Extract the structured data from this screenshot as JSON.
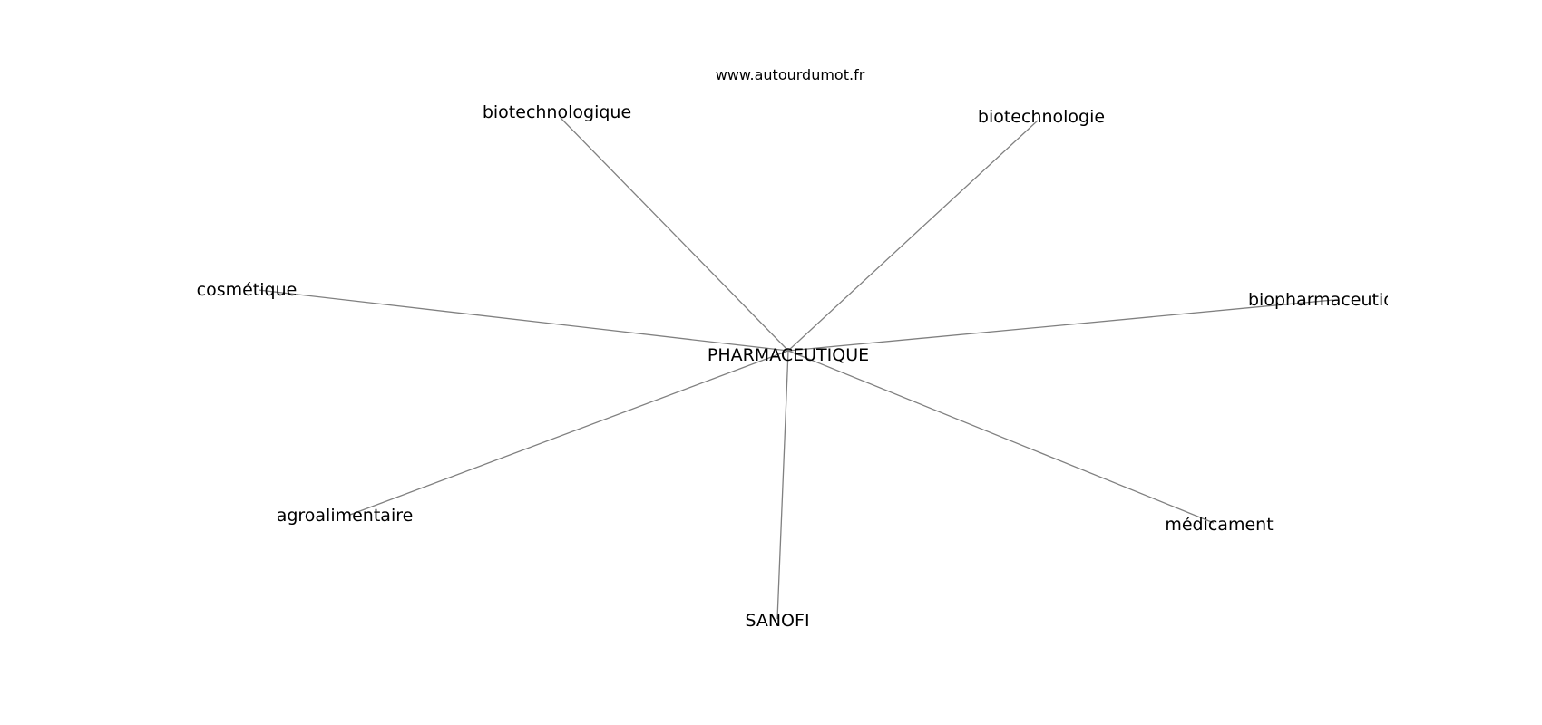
{
  "source": "www.autourdumot.fr",
  "center": {
    "label": "PHARMACEUTIQUE"
  },
  "nodes": [
    {
      "id": "biotechnologique",
      "label": "biotechnologique"
    },
    {
      "id": "biotechnologie",
      "label": "biotechnologie"
    },
    {
      "id": "cosmetique",
      "label": "cosmétique"
    },
    {
      "id": "biopharmaceutique",
      "label": "biopharmaceutique"
    },
    {
      "id": "agroalimentaire",
      "label": "agroalimentaire"
    },
    {
      "id": "medicament",
      "label": "médicament"
    },
    {
      "id": "sanofi",
      "label": "SANOFI"
    }
  ],
  "edges": [
    {
      "from": "PHARMACEUTIQUE",
      "to": "biotechnologique"
    },
    {
      "from": "PHARMACEUTIQUE",
      "to": "biotechnologie"
    },
    {
      "from": "PHARMACEUTIQUE",
      "to": "cosmetique"
    },
    {
      "from": "PHARMACEUTIQUE",
      "to": "biopharmaceutique"
    },
    {
      "from": "PHARMACEUTIQUE",
      "to": "agroalimentaire"
    },
    {
      "from": "PHARMACEUTIQUE",
      "to": "medicament"
    },
    {
      "from": "PHARMACEUTIQUE",
      "to": "sanofi"
    }
  ],
  "colors": {
    "edge": "#808080",
    "text": "#000000",
    "background": "#ffffff"
  }
}
